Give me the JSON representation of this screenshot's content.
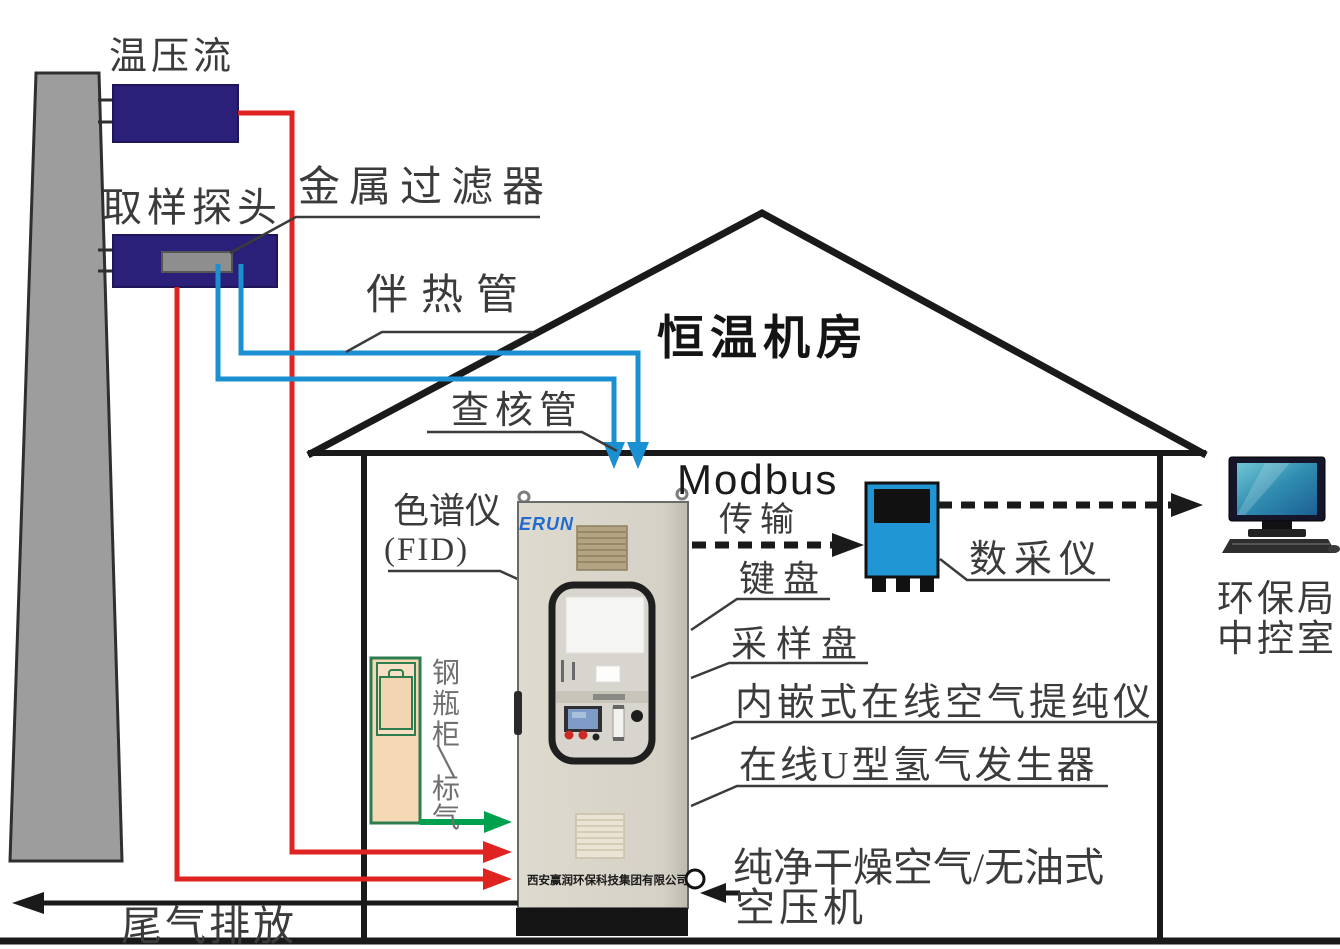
{
  "colors": {
    "red": "#df2320",
    "blue": "#1a8fd1",
    "green": "#00a14e",
    "navy": "#2b2079",
    "device_blue": "#2196d4",
    "black": "#1a1a1a",
    "label_gray": "#3b3b3b",
    "chimney_gray": "#9d9d9d",
    "cabinet_body": "#d9d5cb",
    "cylinder_beige": "#f5d9b5",
    "cylinder_green": "#2e7d4f",
    "logo_blue": "#1f6bd0"
  },
  "stack": {
    "label_temp_pressure_flow": "温压流",
    "label_sampling_probe": "取样探头",
    "label_metal_filter": "金属过滤器"
  },
  "lines": {
    "label_heated_line": "伴热管",
    "label_check_line": "查核管",
    "label_exhaust": "尾气排放"
  },
  "room": {
    "label": "恒温机房"
  },
  "comms": {
    "label_modbus": "Modbus",
    "label_transmission": "传输",
    "label_data_logger": "数采仪"
  },
  "cabinet": {
    "logo": "ERUN",
    "company": "西安赢润环保科技集团有限公司",
    "label_chromatograph": "色谱仪",
    "label_fid": "(FID)",
    "label_keyboard": "键盘",
    "label_sampling_tray": "采样盘",
    "label_air_purifier": "内嵌式在线空气提纯仪",
    "label_h2_generator": "在线U型氢气发生器"
  },
  "cylinder_cabinet": {
    "chars": [
      "钢",
      "瓶",
      "柜",
      "╲",
      "标",
      "气"
    ]
  },
  "compressor": {
    "line1": "纯净干燥空气/无油式",
    "line2": "空压机"
  },
  "control_room": {
    "line1": "环保局",
    "line2": "中控室"
  }
}
